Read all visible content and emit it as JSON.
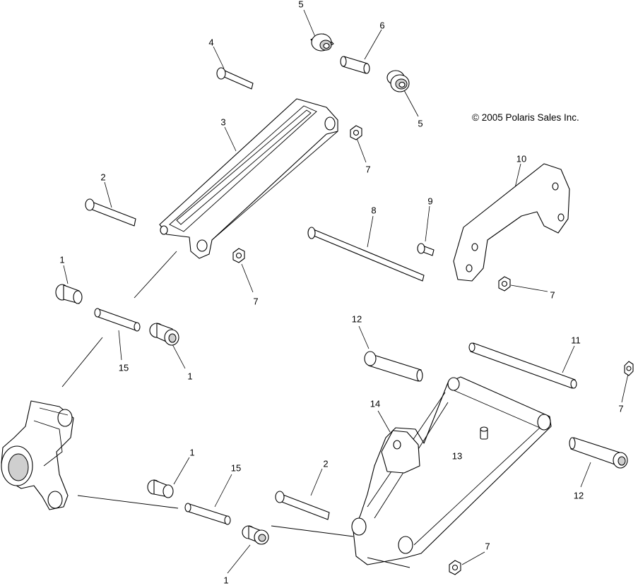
{
  "diagram": {
    "copyright": "© 2005 Polaris Sales Inc.",
    "callouts": [
      {
        "id": "c5a",
        "label": "5"
      },
      {
        "id": "c6",
        "label": "6"
      },
      {
        "id": "c4",
        "label": "4"
      },
      {
        "id": "c5b",
        "label": "5"
      },
      {
        "id": "c3",
        "label": "3"
      },
      {
        "id": "c7a",
        "label": "7"
      },
      {
        "id": "c10",
        "label": "10"
      },
      {
        "id": "c2a",
        "label": "2"
      },
      {
        "id": "c8",
        "label": "8"
      },
      {
        "id": "c9",
        "label": "9"
      },
      {
        "id": "c1a",
        "label": "1"
      },
      {
        "id": "c7b",
        "label": "7"
      },
      {
        "id": "c7c",
        "label": "7"
      },
      {
        "id": "c12a",
        "label": "12"
      },
      {
        "id": "c11",
        "label": "11"
      },
      {
        "id": "c15a",
        "label": "15"
      },
      {
        "id": "c1b",
        "label": "1"
      },
      {
        "id": "c7d",
        "label": "7"
      },
      {
        "id": "c14",
        "label": "14"
      },
      {
        "id": "c13",
        "label": "13"
      },
      {
        "id": "c1c",
        "label": "1"
      },
      {
        "id": "c15b",
        "label": "15"
      },
      {
        "id": "c2b",
        "label": "2"
      },
      {
        "id": "c12b",
        "label": "12"
      },
      {
        "id": "c7e",
        "label": "7"
      },
      {
        "id": "c1d",
        "label": "1"
      }
    ]
  }
}
